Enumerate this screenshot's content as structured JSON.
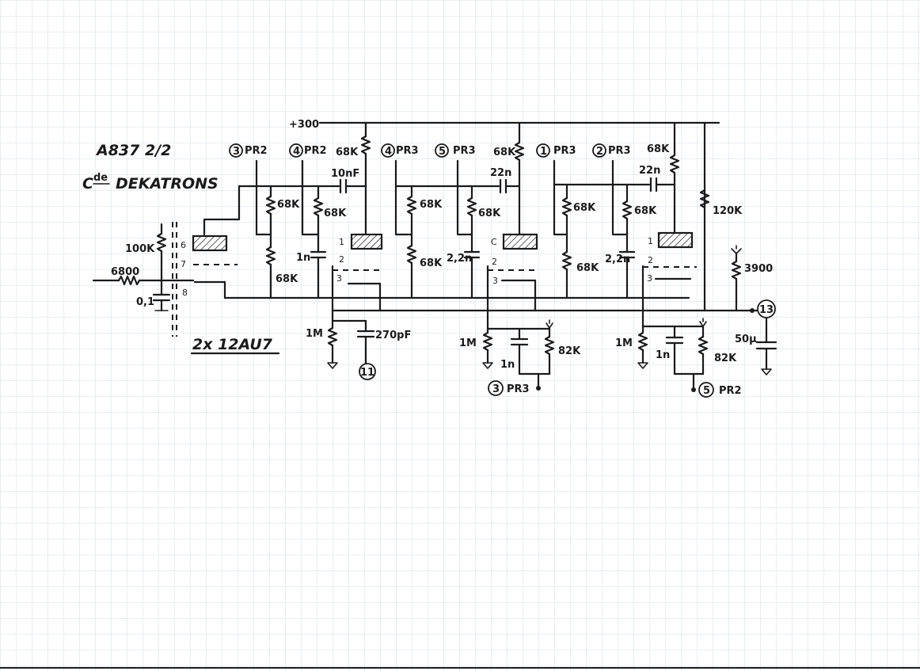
{
  "title": {
    "line1": "A837  2/2",
    "line2_prefix": "C",
    "line2_super": "de",
    "line2_main": "DEKATRONS",
    "tube_type": "2x 12AU7"
  },
  "supply": {
    "voltage": "+300"
  },
  "inputs": {
    "res_series": "6800",
    "res_shunt": "100K",
    "cap_input": "0,1",
    "plate_pins": [
      "6",
      "7",
      "8"
    ]
  },
  "stage1": {
    "inputs": [
      {
        "num": "3",
        "name": "PR2"
      },
      {
        "num": "4",
        "name": "PR2"
      }
    ],
    "plate_res": "68K",
    "coupling_cap": "10nF",
    "divider": [
      "68K",
      "68K",
      "68K"
    ],
    "cap_small": "1n",
    "cathode_res": "1M",
    "cathode_cap": "270pF",
    "pins": [
      "1",
      "2",
      "3"
    ],
    "terminal": "11"
  },
  "stage2": {
    "inputs": [
      {
        "num": "4",
        "name": "PR3"
      },
      {
        "num": "5",
        "name": "PR3"
      }
    ],
    "plate_res": "68K",
    "coupling_cap": "22n",
    "divider": [
      "68K",
      "68K",
      "68K"
    ],
    "cap_small": "2,2n",
    "cathode_res": "1M",
    "cathode_cap": "1n",
    "cathode_res2": "82K",
    "output": {
      "num": "3",
      "name": "PR3"
    },
    "pins": [
      "C",
      "2",
      "3"
    ]
  },
  "stage3": {
    "inputs": [
      {
        "num": "1",
        "name": "PR3"
      },
      {
        "num": "2",
        "name": "PR3"
      }
    ],
    "plate_res": "68K",
    "coupling_cap": "22n",
    "divider": [
      "68K",
      "68K",
      "68K"
    ],
    "cap_small": "2,2n",
    "cathode_res": "1M",
    "cathode_cap": "1n",
    "cathode_res2": "82K",
    "output": {
      "num": "5",
      "name": "PR2"
    },
    "pins": [
      "1",
      "2",
      "3"
    ]
  },
  "output_section": {
    "res_top": "120K",
    "res_load": "3900",
    "cap_out": "50µ",
    "terminal": "13"
  },
  "colors": {
    "ink": "#1a1a1a",
    "grid": "#c9d3e0",
    "paper": "#ffffff"
  }
}
